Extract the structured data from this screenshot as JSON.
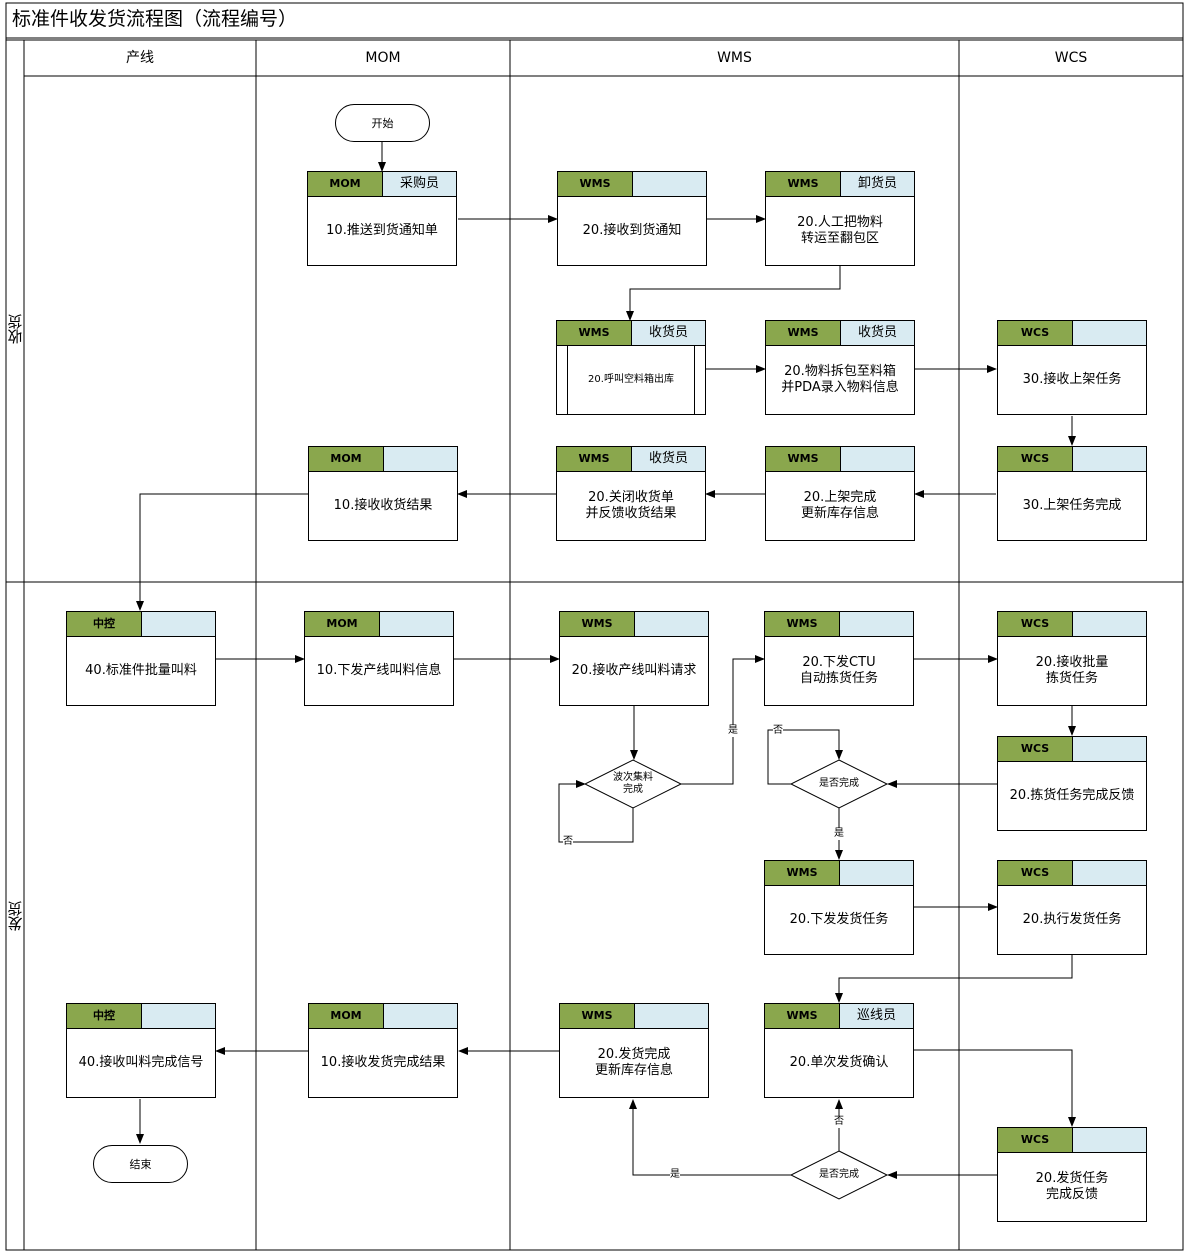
{
  "title": "标准件收发货流程图（流程编号）",
  "lanes": {
    "l1": "产线",
    "l2": "MOM",
    "l3": "WMS",
    "l4": "WCS"
  },
  "phases": {
    "p1": "收货",
    "p2": "发货"
  },
  "terminals": {
    "start": "开始",
    "end": "结束"
  },
  "tasks": {
    "t1": {
      "sys": "MOM",
      "role": "采购员",
      "text": "10.推送到货通知单"
    },
    "t2": {
      "sys": "WMS",
      "role": "",
      "text": "20.接收到货通知"
    },
    "t3": {
      "sys": "WMS",
      "role": "卸货员",
      "text": "20.人工把物料\n转运至翻包区"
    },
    "t4": {
      "sys": "WMS",
      "role": "收货员",
      "text": "20.呼叫空料箱出库"
    },
    "t5": {
      "sys": "WMS",
      "role": "收货员",
      "text": "20.物料拆包至料箱\n并PDA录入物料信息"
    },
    "t6": {
      "sys": "WCS",
      "role": "",
      "text": "30.接收上架任务"
    },
    "t7": {
      "sys": "MOM",
      "role": "",
      "text": "10.接收收货结果"
    },
    "t8": {
      "sys": "WMS",
      "role": "收货员",
      "text": "20.关闭收货单\n并反馈收货结果"
    },
    "t9": {
      "sys": "WMS",
      "role": "",
      "text": "20.上架完成\n更新库存信息"
    },
    "t10": {
      "sys": "WCS",
      "role": "",
      "text": "30.上架任务完成"
    },
    "t11": {
      "sys": "中控",
      "role": "",
      "text": "40.标准件批量叫料"
    },
    "t12": {
      "sys": "MOM",
      "role": "",
      "text": "10.下发产线叫料信息"
    },
    "t13": {
      "sys": "WMS",
      "role": "",
      "text": "20.接收产线叫料请求"
    },
    "t14": {
      "sys": "WMS",
      "role": "",
      "text": "20.下发CTU\n自动拣货任务"
    },
    "t15": {
      "sys": "WCS",
      "role": "",
      "text": "20.接收批量\n拣货任务"
    },
    "t16": {
      "sys": "WCS",
      "role": "",
      "text": "20.拣货任务完成反馈"
    },
    "t17": {
      "sys": "WMS",
      "role": "",
      "text": "20.下发发货任务"
    },
    "t18": {
      "sys": "WCS",
      "role": "",
      "text": "20.执行发货任务"
    },
    "t19": {
      "sys": "中控",
      "role": "",
      "text": "40.接收叫料完成信号"
    },
    "t20": {
      "sys": "MOM",
      "role": "",
      "text": "10.接收发货完成结果"
    },
    "t21": {
      "sys": "WMS",
      "role": "",
      "text": "20.发货完成\n更新库存信息"
    },
    "t22": {
      "sys": "WMS",
      "role": "巡线员",
      "text": "20.单次发货确认"
    },
    "t23": {
      "sys": "WCS",
      "role": "",
      "text": "20.发货任务\n完成反馈"
    }
  },
  "decisions": {
    "d1": "波次集料\n完成",
    "d2": "是否完成",
    "d3": "是否完成"
  },
  "edge_labels": {
    "e1": "是",
    "e2": "否",
    "e3": "否",
    "e4": "是",
    "e5": "否",
    "e6": "是"
  },
  "colors": {
    "system_tag": "#8aa74d",
    "role_tag": "#d9ebf2",
    "line": "#000000"
  }
}
